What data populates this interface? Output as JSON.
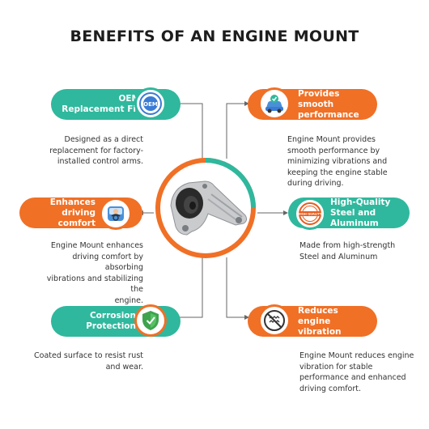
{
  "title": "BENEFITS OF AN ENGINE MOUNT",
  "colors": {
    "teal": "#2fb89d",
    "orange": "#f07026",
    "dark": "#1d1d1d",
    "line": "#555555"
  },
  "benefits": [
    {
      "heading": "OEM\nReplacement Fit",
      "badge_text": "OEM",
      "icon": "oem-seal-icon",
      "description": "Designed as a direct\nreplacement for factory-\ninstalled control arms."
    },
    {
      "heading": "Provides\nsmooth\nperformance",
      "icon": "car-check-icon",
      "description": "Engine Mount provides\nsmooth performance by\nminimizing vibrations and\nkeeping the engine stable\nduring driving."
    },
    {
      "heading": "Enhances\ndriving\ncomfort",
      "icon": "driver-icon",
      "description": "Engine Mount enhances\ndriving comfort by absorbing\nvibrations and stabilizing the\nengine."
    },
    {
      "heading": "High-Quality\nSteel and\nAluminum",
      "badge_text": "HIGH QUALITY",
      "icon": "high-quality-stamp-icon",
      "description": "Made from high-strength\nSteel and Aluminum"
    },
    {
      "heading": "Corrosion\nProtection",
      "icon": "shield-check-icon",
      "description": "Coated surface to resist rust\nand wear."
    },
    {
      "heading": "Reduces\nengine\nvibration",
      "icon": "no-vibration-icon",
      "description": "Engine Mount reduces engine\nvibration for stable\nperformance and enhanced\ndriving comfort."
    }
  ]
}
